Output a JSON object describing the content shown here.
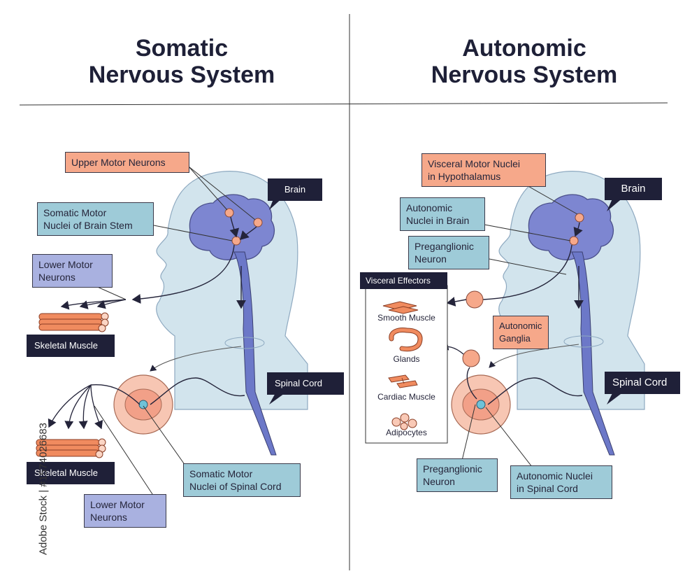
{
  "somatic": {
    "title": "Somatic\nNervous System",
    "labels": {
      "upper_motor_neurons": "Upper Motor Neurons",
      "brain": "Brain",
      "somatic_motor_nuclei_brain_stem": "Somatic Motor\nNuclei of Brain Stem",
      "lower_motor_neurons_top": "Lower Motor\nNeurons",
      "skeletal_muscle_top": "Skeletal Muscle",
      "spinal_cord": "Spinal Cord",
      "skeletal_muscle_bottom": "Skeletal Muscle",
      "somatic_motor_nuclei_spinal_cord": "Somatic Motor\nNuclei of Spinal Cord",
      "lower_motor_neurons_bottom": "Lower Motor\nNeurons"
    }
  },
  "autonomic": {
    "title": "Autonomic\nNervous System",
    "labels": {
      "visceral_motor_nuclei": "Visceral Motor Nuclei\nin Hypothalamus",
      "brain": "Brain",
      "autonomic_nuclei_brain": "Autonomic\nNuclei in Brain",
      "preganglionic_neuron_top": "Preganglionic\nNeuron",
      "visceral_effectors": "Visceral Effectors",
      "smooth_muscle": "Smooth Muscle",
      "glands": "Glands",
      "cardiac_muscle": "Cardiac Muscle",
      "adipocytes": "Adipocytes",
      "autonomic_ganglia": "Autonomic\nGanglia",
      "spinal_cord": "Spinal Cord",
      "preganglionic_neuron_bottom": "Preganglionic\nNeuron",
      "autonomic_nuclei_spinal_cord": "Autonomic Nuclei\nin Spinal Cord"
    }
  },
  "watermark": "Adobe Stock | #1574026683",
  "colors": {
    "head": "#d2e4ed",
    "brain": "#7d86d1",
    "spinal": "#6c78c8",
    "orange": "#f6a88a",
    "teal": "#9ecbd8",
    "purple": "#a9b1e0",
    "dark": "#1f2038"
  }
}
